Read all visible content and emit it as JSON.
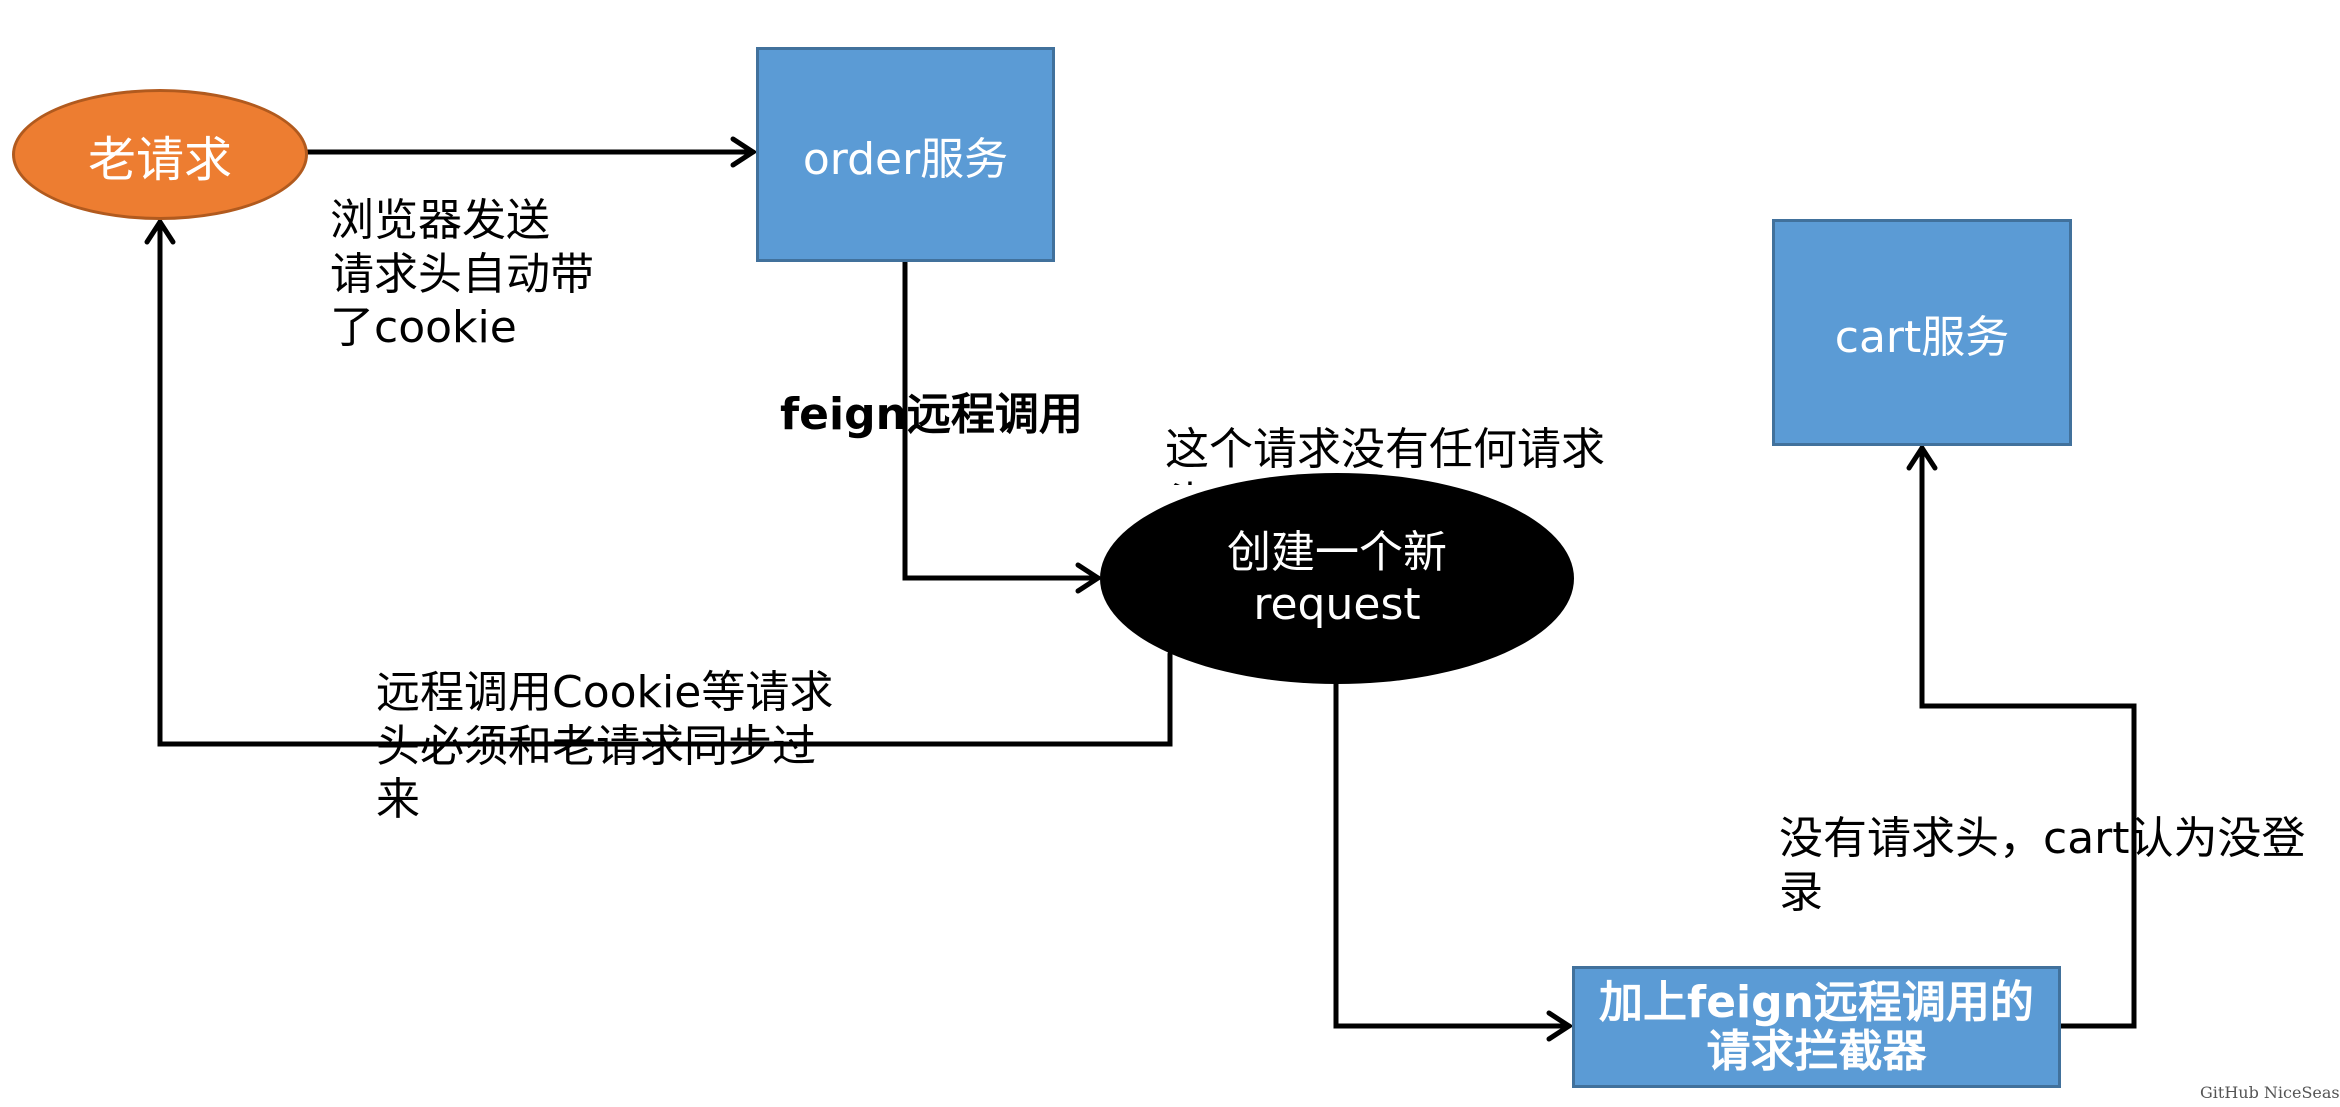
{
  "colors": {
    "old_request_fill": "#ed7d31",
    "old_request_border": "#b15a1e",
    "service_fill": "#5b9bd5",
    "service_border": "#41719c",
    "new_request_fill": "#000000",
    "arrow": "#000000"
  },
  "nodes": {
    "old_request": "老请求",
    "order_service": "order服务",
    "cart_service": "cart服务",
    "new_request_line1": "创建一个新",
    "new_request_line2": "request",
    "interceptor_line1": "加上feign远程调用的",
    "interceptor_line2": "请求拦截器"
  },
  "labels": {
    "browser_line1": "浏览器发送",
    "browser_line2": "请求头自动带",
    "browser_line3": "了cookie",
    "feign_call": "feign远程调用",
    "no_headers_line1": "这个请求没有任何请求",
    "no_headers_line2": "头",
    "sync_line1": "远程调用Cookie等请求",
    "sync_line2": "头必须和老请求同步过",
    "sync_line3": "来",
    "cart_line1": "没有请求头，cart认为没登",
    "cart_line2": "录"
  },
  "watermark": "GitHub NiceSeason"
}
